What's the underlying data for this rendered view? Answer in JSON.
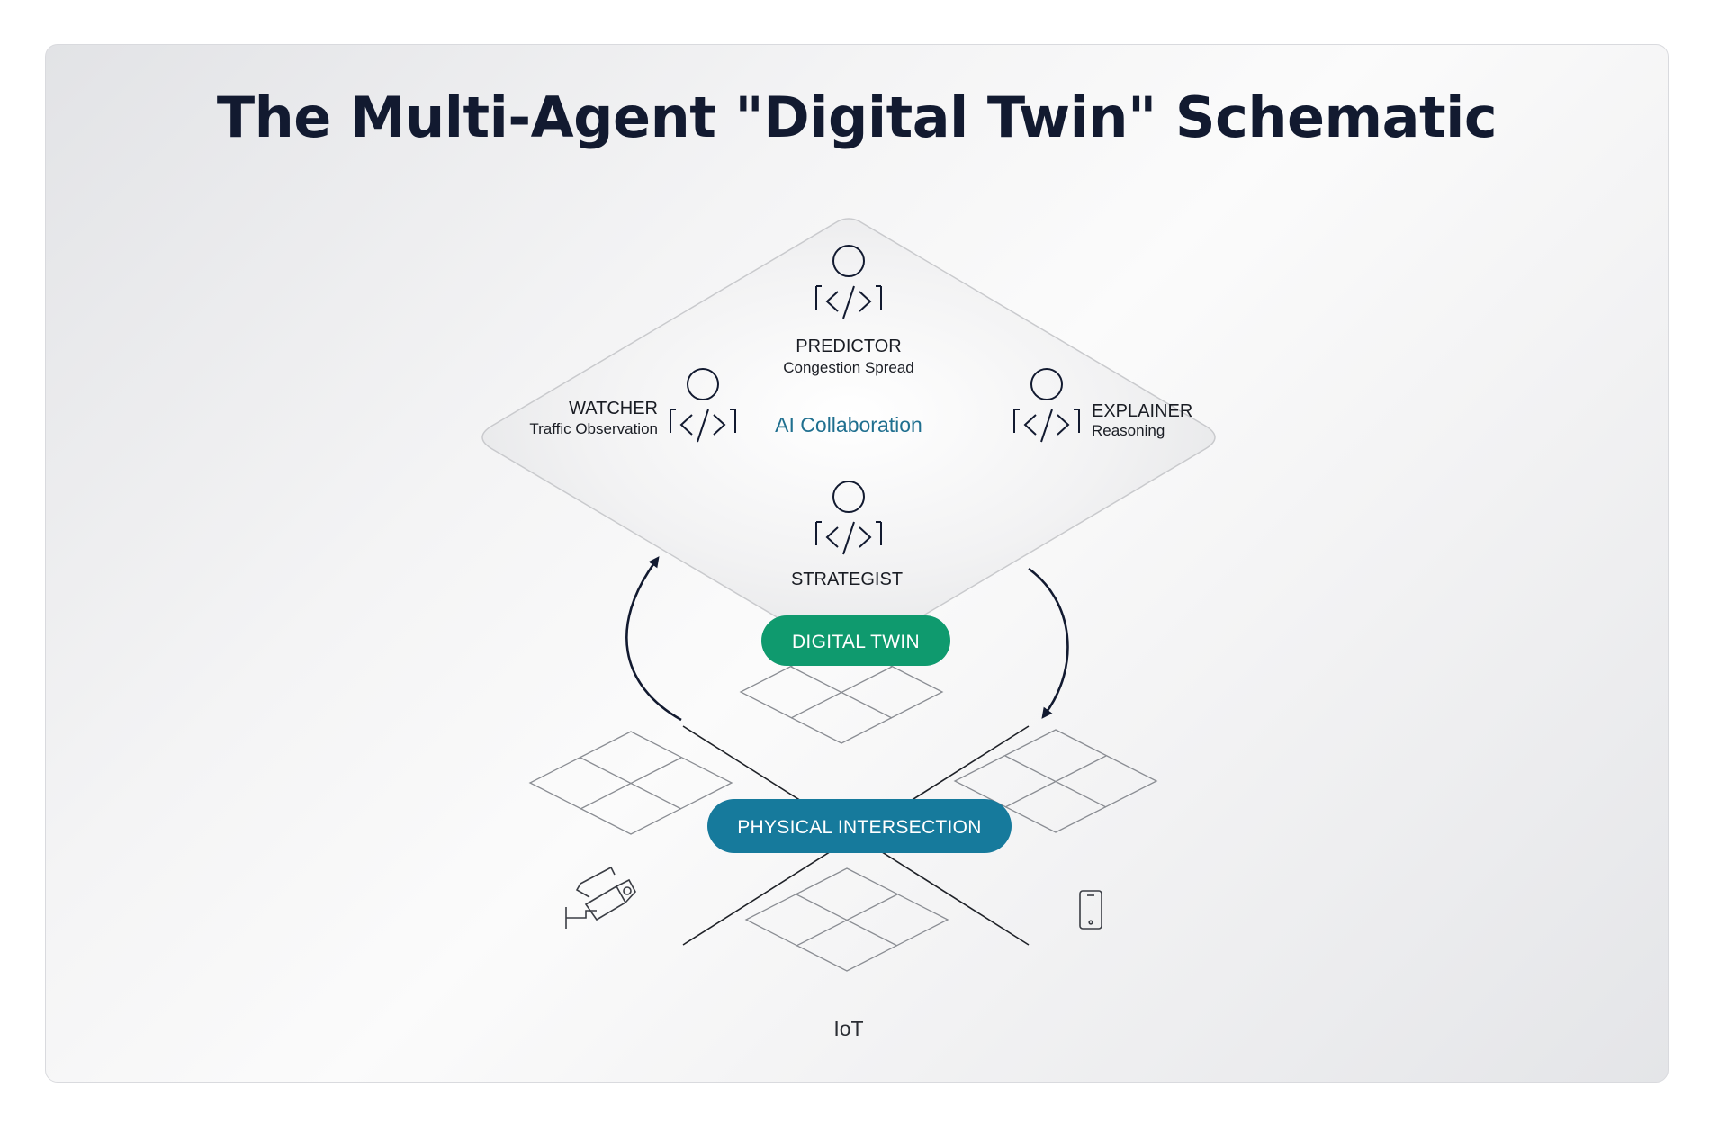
{
  "title": "The Multi-Agent \"Digital Twin\" Schematic",
  "agents": {
    "predictor": {
      "name": "PREDICTOR",
      "role": "Congestion Spread"
    },
    "watcher": {
      "name": "WATCHER",
      "role": "Traffic Observation"
    },
    "explainer": {
      "name": "EXPLAINER",
      "role": "Reasoning"
    },
    "strategist": {
      "name": "STRATEGIST"
    }
  },
  "center_label": "AI Collaboration",
  "digital_twin_label": "DIGITAL TWIN",
  "physical_label": "PHYSICAL INTERSECTION",
  "iot_label": "IoT",
  "colors": {
    "digital_twin": "#0f9a6e",
    "physical": "#167a9c",
    "collab_text": "#1f6f8f",
    "title": "#121a30"
  },
  "icons": [
    "agent-code-icon",
    "security-camera-icon",
    "smartphone-icon",
    "arrow-icon"
  ]
}
